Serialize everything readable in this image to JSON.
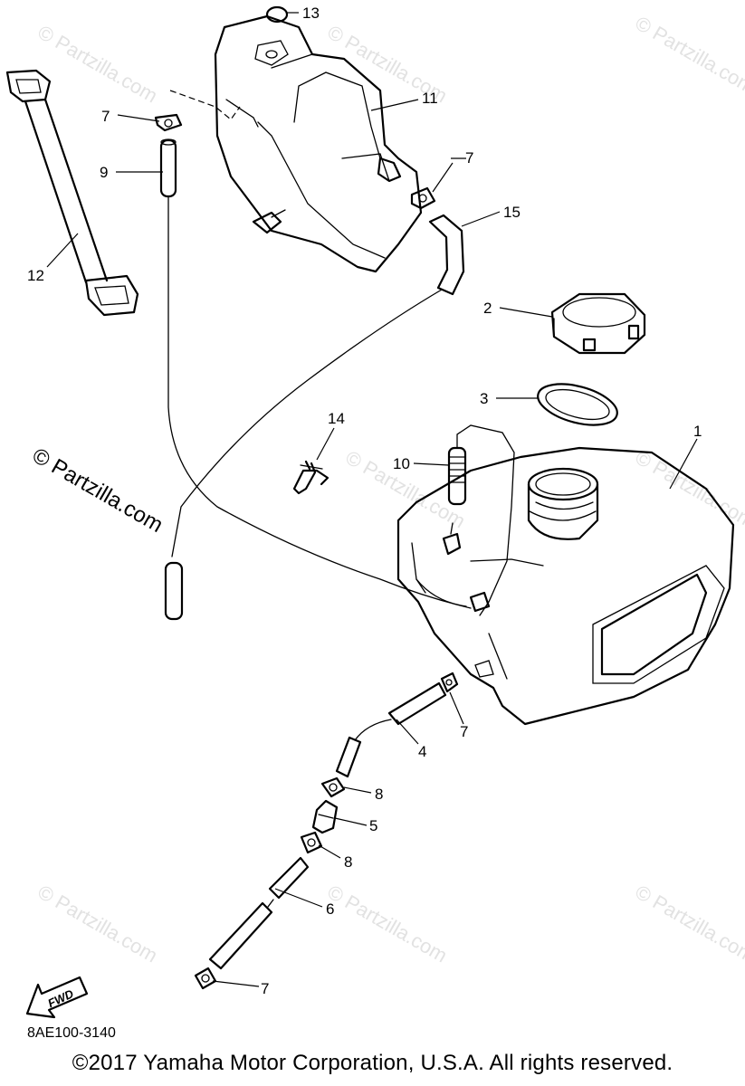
{
  "watermark": {
    "text": "© Partzilla.com",
    "main_text": "© Partzilla.com"
  },
  "fwd_label": "FWD",
  "diagram_code": "8AE100-3140",
  "copyright": "©2017 Yamaha Motor Corporation, U.S.A. All rights reserved.",
  "callouts": {
    "c1": "1",
    "c2": "2",
    "c3": "3",
    "c4": "4",
    "c5": "5",
    "c6": "6",
    "c7a": "7",
    "c7b": "7",
    "c7c": "7",
    "c7d": "7",
    "c8a": "8",
    "c8b": "8",
    "c9": "9",
    "c10": "10",
    "c11": "11",
    "c12": "12",
    "c13": "13",
    "c14": "14",
    "c15": "15"
  }
}
